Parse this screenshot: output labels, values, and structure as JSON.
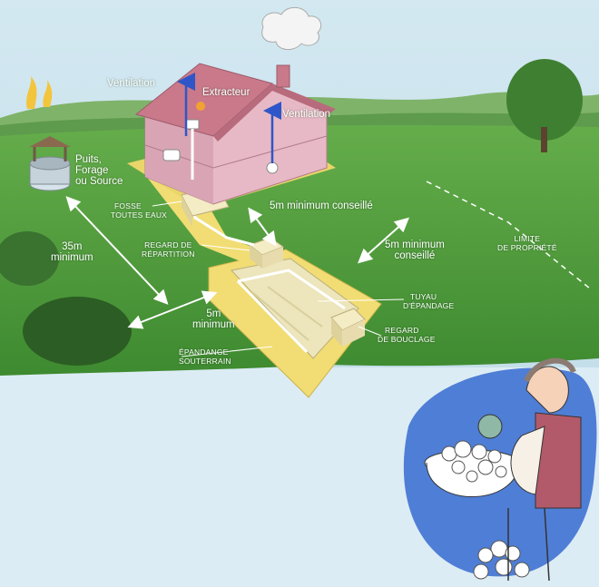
{
  "labels": {
    "ventilation_left": "Ventilation",
    "extracteur": "Extracteur",
    "ventilation_right": "Ventilation",
    "puits": "Puits,",
    "forage": "Forage",
    "source": "ou Source",
    "fosse": "FOSSE",
    "toutes_eaux": "TOUTES EAUX",
    "dist_house": "5m minimum conseillé",
    "dist_35_a": "35m",
    "dist_35_b": "minimum",
    "regard_rep_a": "REGARD DE",
    "regard_rep_b": "RÉPARTITION",
    "dist_limit_a": "5m minimum",
    "dist_limit_b": "conseillé",
    "limite_a": "LIMITE",
    "limite_b": "DE PROPRIÉTÉ",
    "dist_5_a": "5m",
    "dist_5_b": "minimum",
    "tuyau_a": "TUYAU",
    "tuyau_b": "D'ÉPANDAGE",
    "regard_bou_a": "REGARD",
    "regard_bou_b": "DE BOUCLAGE",
    "epandage_a": "ÉPANDANGE",
    "epandage_b": "SOUTERRAIN"
  },
  "colors": {
    "sky": "#c9e3ef",
    "grass": "#4f9a3a",
    "grass_dark": "#3b7d2c",
    "house_wall": "#e7b9c6",
    "roof": "#c9798a",
    "trench": "#f1dd73",
    "tank": "#f4ecc4",
    "arrow": "#2f56c8",
    "pipe": "#ffffff",
    "blob": "#4f7ed6"
  },
  "icons": [
    "house-icon",
    "well-icon",
    "tree-icon",
    "smoke-icon",
    "grandmother-washing-child-illustration"
  ]
}
